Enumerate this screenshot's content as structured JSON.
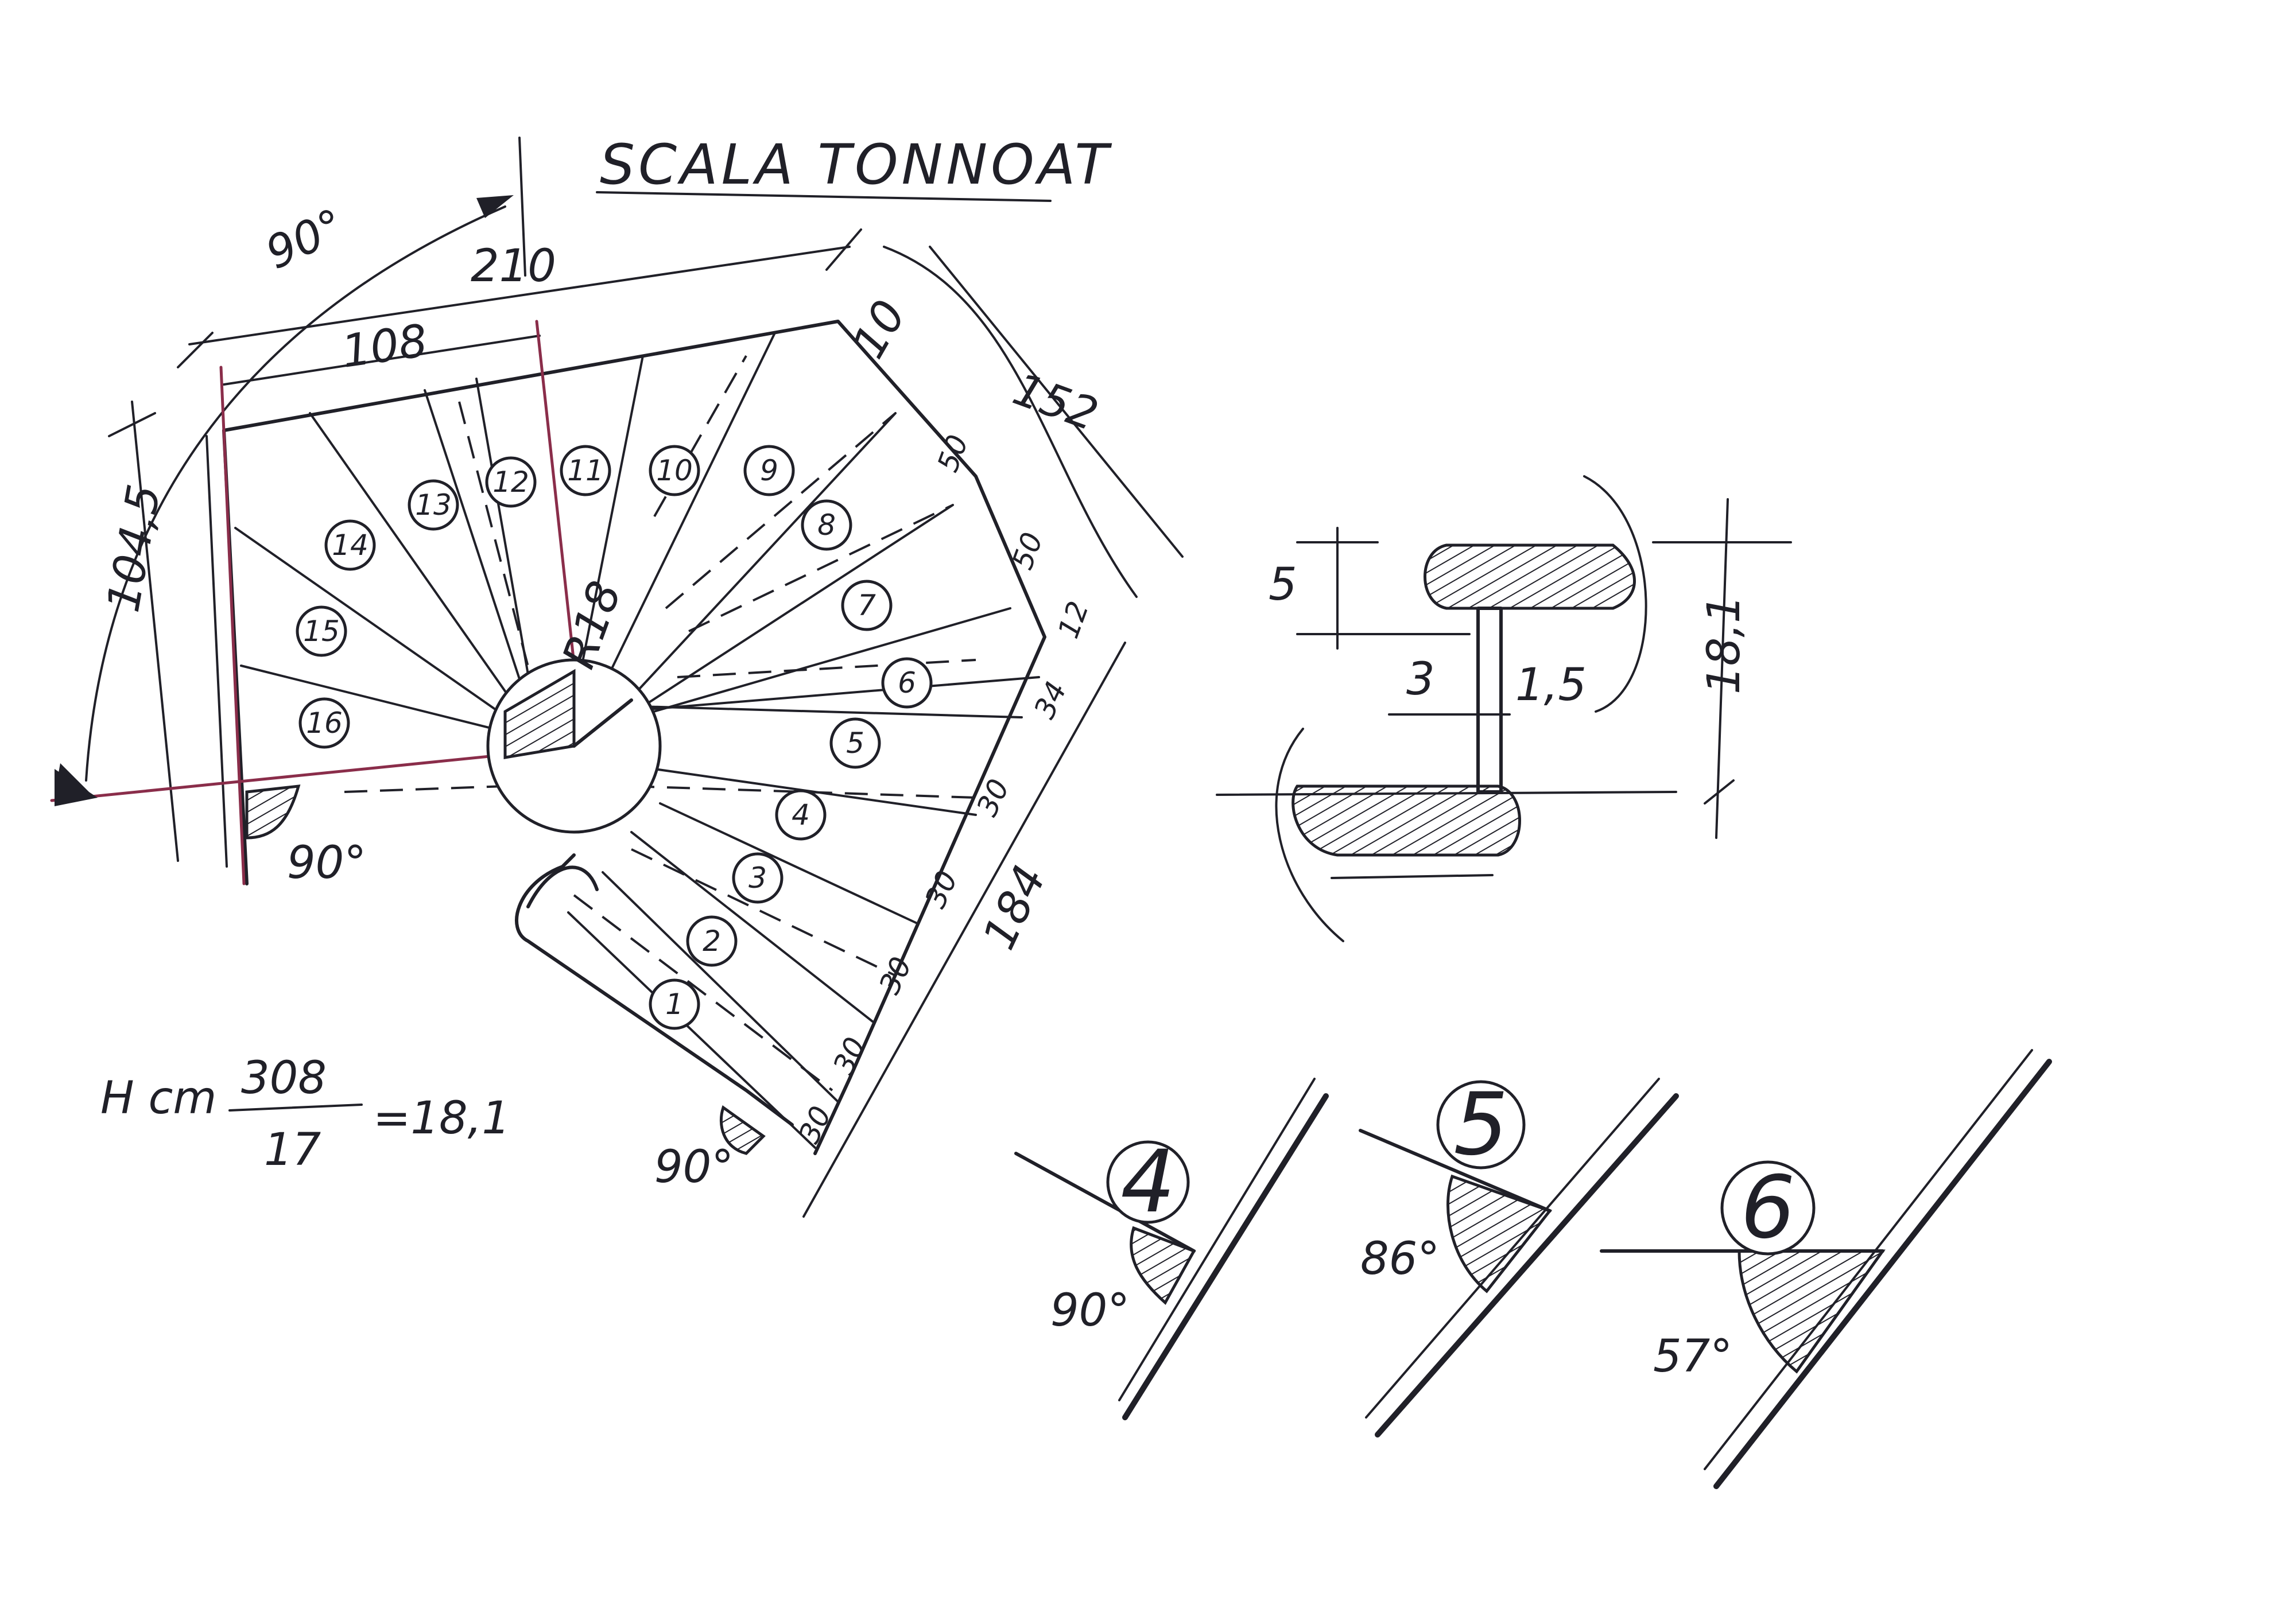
{
  "title": "SCALA TONNOAT",
  "plan": {
    "dimensions": {
      "angle_top": "90°",
      "overall_width": "210",
      "inner_width": "108",
      "right_top": "152",
      "corner_small": "10",
      "right_50a": "50",
      "right_50b": "50",
      "right_12": "12",
      "left_vertical": "104,5",
      "radius": "R18",
      "angle_bottom_left": "90°",
      "angle_bottom_center": "90°",
      "outer_34": "34",
      "outer_30a": "30",
      "outer_30b": "30",
      "outer_30c": "30",
      "outer_30d": "30",
      "outer_30e": "30",
      "outer_total": "184"
    },
    "steps": [
      "1",
      "2",
      "3",
      "4",
      "5",
      "6",
      "7",
      "8",
      "9",
      "10",
      "11",
      "12",
      "13",
      "14",
      "15",
      "16"
    ]
  },
  "formula": {
    "prefix": "H cm",
    "numerator": "308",
    "denominator": "17",
    "result": "=18,1"
  },
  "section": {
    "tread_thickness": "5",
    "riser_width": "3",
    "riser_gap": "1,5",
    "rise": "18,1"
  },
  "details": [
    {
      "step": "4",
      "angle": "90°"
    },
    {
      "step": "5",
      "angle": "86°"
    },
    {
      "step": "6",
      "angle": "57°"
    }
  ]
}
